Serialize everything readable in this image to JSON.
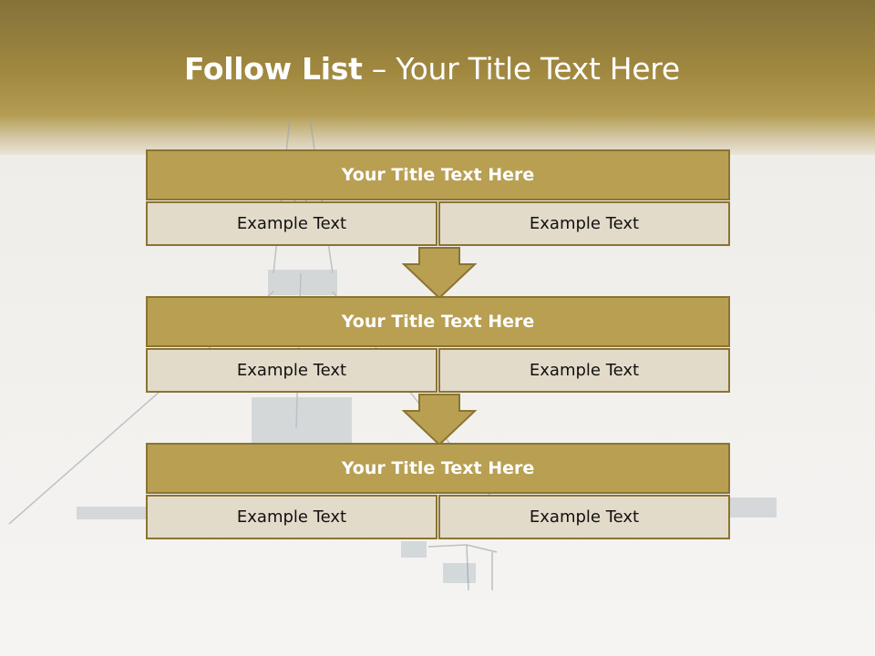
{
  "slide": {
    "title_bold": "Follow List",
    "title_rest": " – Your Title Text Here"
  },
  "steps": [
    {
      "title": "Your Title Text Here",
      "left": "Example Text",
      "right": "Example Text"
    },
    {
      "title": "Your Title Text Here",
      "left": "Example Text",
      "right": "Example Text"
    },
    {
      "title": "Your Title Text Here",
      "left": "Example Text",
      "right": "Example Text"
    }
  ],
  "colors": {
    "header_gradient_top": "#84723a",
    "header_gradient_mid": "#a0883f",
    "box_fill": "#b89f52",
    "box_border": "#8a7432",
    "cell_fill": "#e3dbc9",
    "arrow_fill": "#b89f52"
  },
  "icons": {
    "arrow": "down-arrow-icon",
    "background": "drilling-rig-snow-photo"
  }
}
